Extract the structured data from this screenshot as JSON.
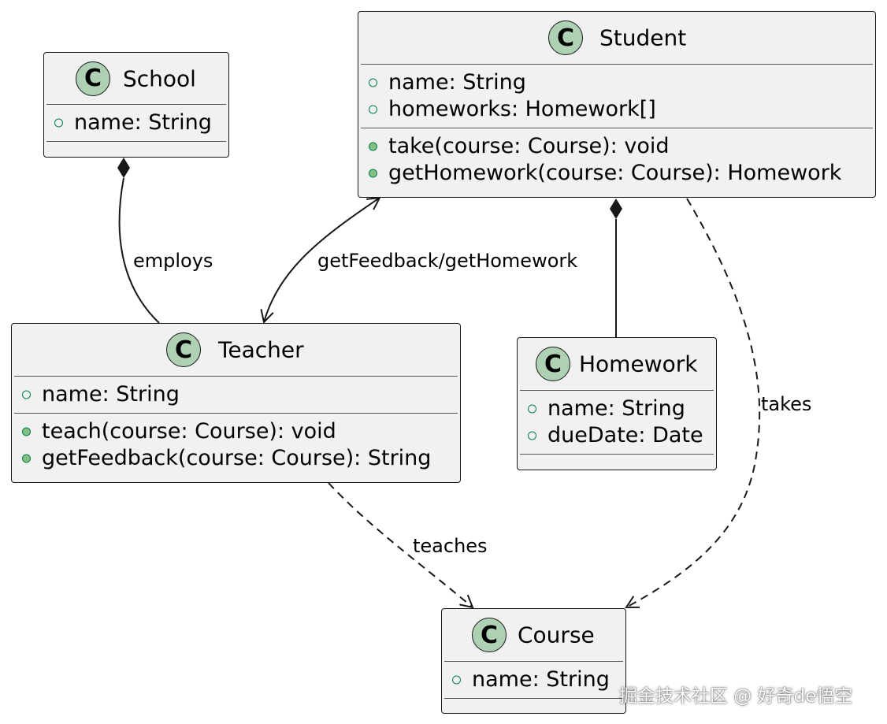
{
  "classes": {
    "school": {
      "name": "School",
      "badge": "C",
      "attributes": [
        {
          "vis": "+",
          "text": "name: String"
        }
      ],
      "methods": []
    },
    "student": {
      "name": "Student",
      "badge": "C",
      "attributes": [
        {
          "vis": "+",
          "text": "name: String"
        },
        {
          "vis": "+",
          "text": "homeworks: Homework[]"
        }
      ],
      "methods": [
        {
          "vis": "+",
          "text": "take(course: Course): void"
        },
        {
          "vis": "+",
          "text": "getHomework(course: Course): Homework"
        }
      ]
    },
    "teacher": {
      "name": "Teacher",
      "badge": "C",
      "attributes": [
        {
          "vis": "+",
          "text": "name: String"
        }
      ],
      "methods": [
        {
          "vis": "+",
          "text": "teach(course: Course): void"
        },
        {
          "vis": "+",
          "text": "getFeedback(course: Course): String"
        }
      ]
    },
    "homework": {
      "name": "Homework",
      "badge": "C",
      "attributes": [
        {
          "vis": "+",
          "text": "name: String"
        },
        {
          "vis": "+",
          "text": "dueDate: Date"
        }
      ],
      "methods": []
    },
    "course": {
      "name": "Course",
      "badge": "C",
      "attributes": [
        {
          "vis": "+",
          "text": "name: String"
        }
      ],
      "methods": []
    }
  },
  "relations": [
    {
      "from": "School",
      "to": "Teacher",
      "type": "composition",
      "label": "employs"
    },
    {
      "from": "Student",
      "to": "Teacher",
      "type": "bidirectional-association",
      "label": "getFeedback/getHomework"
    },
    {
      "from": "Student",
      "to": "Homework",
      "type": "composition",
      "label": ""
    },
    {
      "from": "Student",
      "to": "Course",
      "type": "dependency",
      "label": "takes"
    },
    {
      "from": "Teacher",
      "to": "Course",
      "type": "dependency",
      "label": "teaches"
    }
  ],
  "watermark": "掘金技术社区 @ 好奇de悟空",
  "colors": {
    "class_bg": "#f1f1f1",
    "badge_bg": "#add1b2",
    "border": "#181818",
    "field_marker": "#038048",
    "method_marker_fill": "#84be84"
  }
}
